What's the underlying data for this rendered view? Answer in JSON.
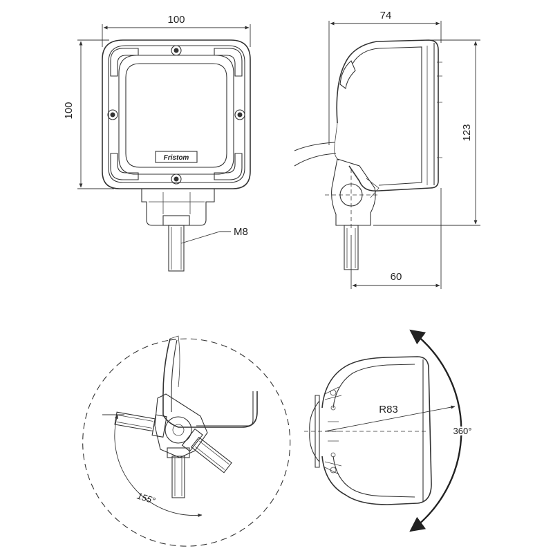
{
  "diagram": {
    "front_view": {
      "width_label": "100",
      "height_label": "100",
      "thread_label": "M8",
      "brand_label": "Fristom"
    },
    "side_view": {
      "depth_label": "74",
      "height_label": "123",
      "mount_offset_label": "60"
    },
    "tilt_view": {
      "angle_label": "155°"
    },
    "rotation_view": {
      "radius_label": "R83",
      "rotation_label": "360°"
    }
  }
}
